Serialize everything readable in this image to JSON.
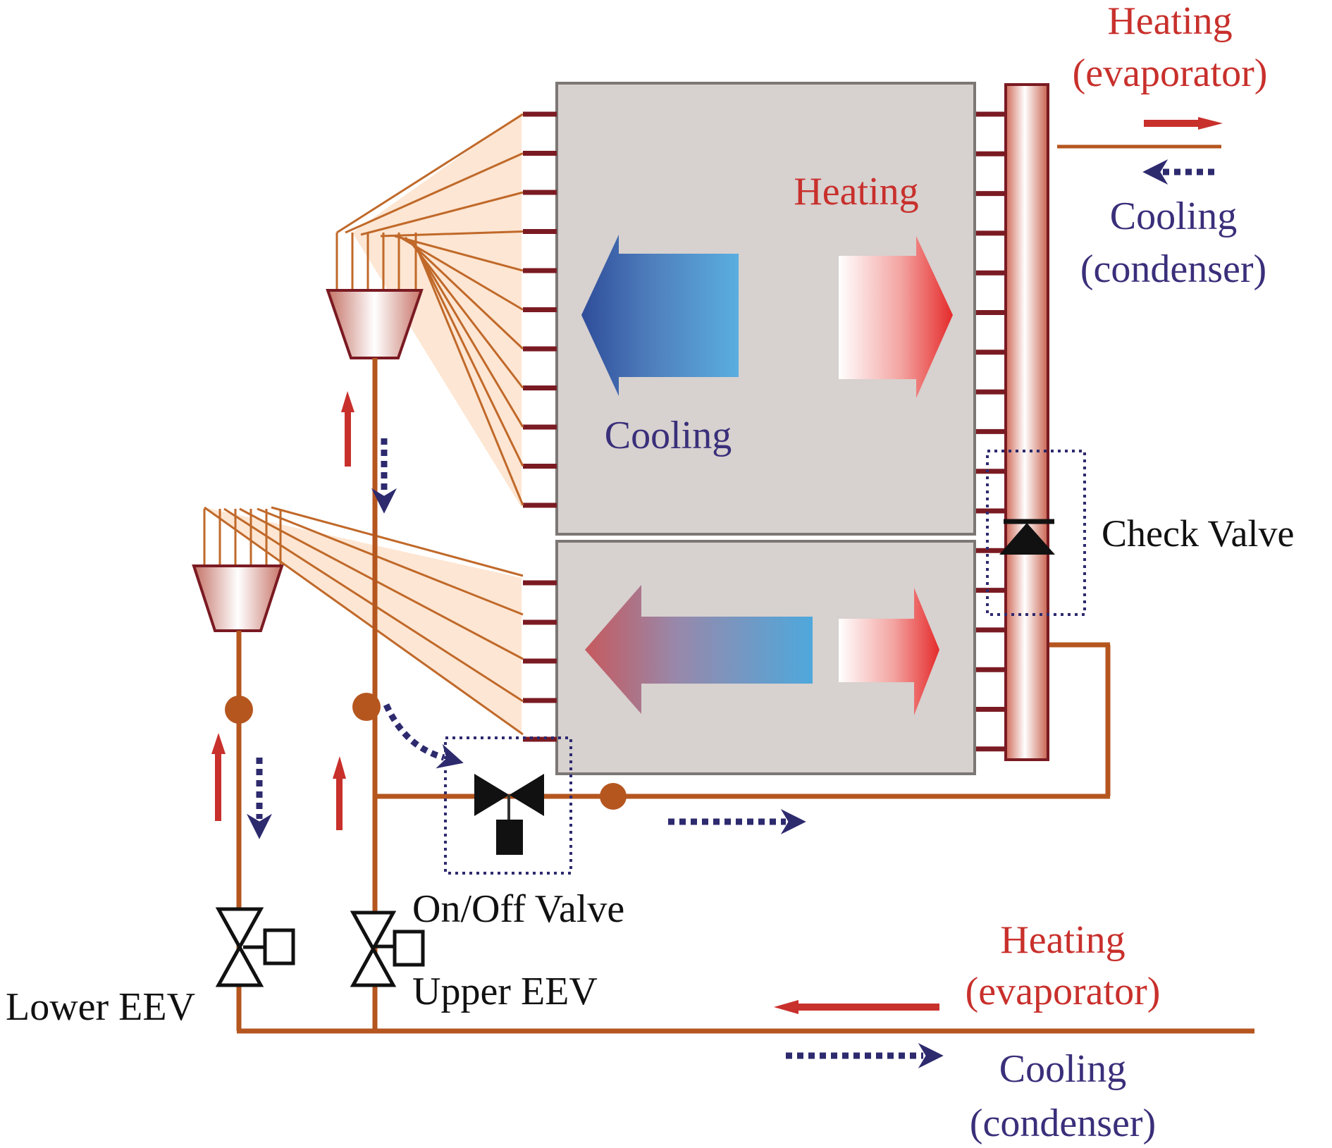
{
  "diagram": {
    "title": "Heat pump heat exchanger circuit with Upper/Lower EEV and On/Off valve",
    "labels": {
      "top_heating": "Heating",
      "top_heating_sub": "(evaporator)",
      "top_cooling": "Cooling",
      "top_cooling_sub": "(condenser)",
      "hx_heating": "Heating",
      "hx_cooling": "Cooling",
      "check_valve": "Check Valve",
      "on_off_valve": "On/Off Valve",
      "upper_eev": "Upper EEV",
      "lower_eev": "Lower EEV",
      "bottom_heating": "Heating",
      "bottom_heating_sub": "(evaporator)",
      "bottom_cooling": "Cooling",
      "bottom_cooling_sub": "(condenser)"
    },
    "legend": {
      "heating_flow": "solid red arrow",
      "cooling_flow": "dotted navy arrow"
    },
    "components": [
      "Upper heat exchanger section",
      "Lower heat exchanger section",
      "Header pipe",
      "Upper distributor",
      "Lower distributor",
      "Check Valve",
      "On/Off Valve",
      "Upper EEV",
      "Lower EEV"
    ],
    "colors": {
      "heating": "#c8302c",
      "cooling": "#3a2f7a",
      "pipe": "#b5561f",
      "hx_panel": "#d7d1cf",
      "tube_tab": "#7a1a22"
    }
  }
}
